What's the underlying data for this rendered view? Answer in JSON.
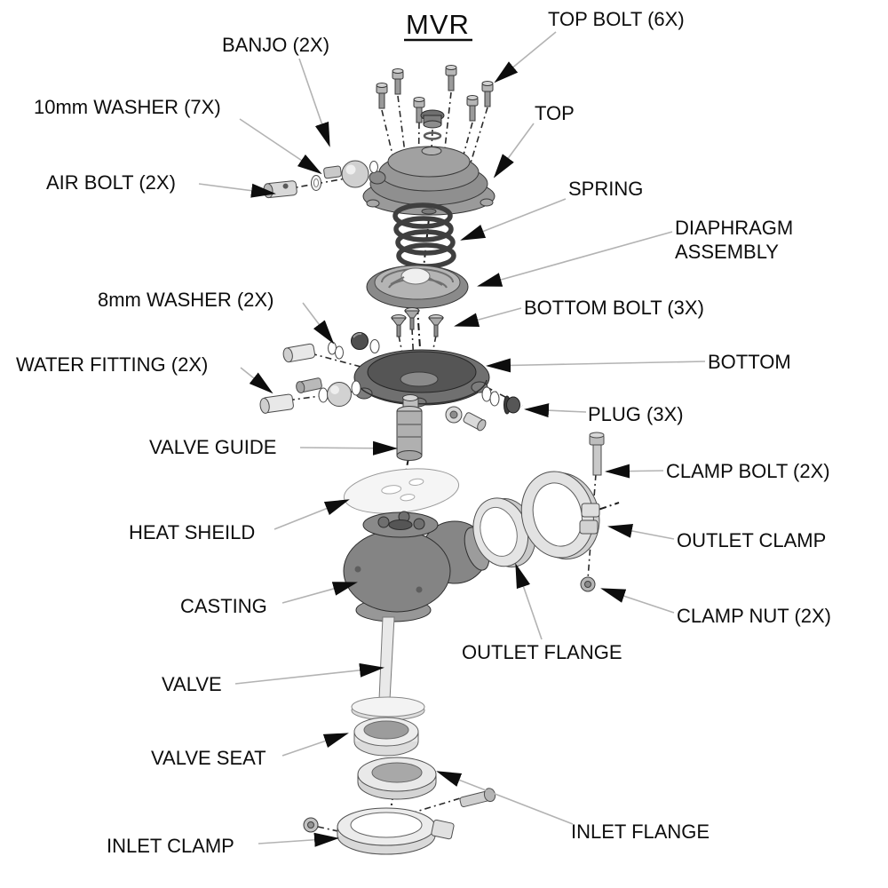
{
  "diagram": {
    "type": "exploded-parts-diagram",
    "title": {
      "text": "MVR"
    }
  },
  "labels": {
    "top_bolt": {
      "text": "TOP BOLT (6X)"
    },
    "banjo": {
      "text": "BANJO (2X)"
    },
    "washer_10mm": {
      "text": "10mm WASHER (7X)"
    },
    "air_bolt": {
      "text": "AIR BOLT (2X)"
    },
    "top": {
      "text": "TOP"
    },
    "spring": {
      "text": "SPRING"
    },
    "diaphragm": {
      "lines": [
        "DIAPHRAGM",
        "ASSEMBLY"
      ]
    },
    "washer_8mm": {
      "text": "8mm WASHER (2X)"
    },
    "bottom_bolt": {
      "text": "BOTTOM BOLT (3X)"
    },
    "water_fitting": {
      "text": "WATER FITTING (2X)"
    },
    "bottom": {
      "text": "BOTTOM"
    },
    "plug": {
      "text": "PLUG (3X)"
    },
    "valve_guide": {
      "text": "VALVE GUIDE"
    },
    "clamp_bolt": {
      "text": "CLAMP BOLT (2X)"
    },
    "heat_shield": {
      "text": "HEAT SHEILD"
    },
    "outlet_clamp": {
      "text": "OUTLET CLAMP"
    },
    "casting": {
      "text": "CASTING"
    },
    "clamp_nut": {
      "text": "CLAMP NUT (2X)"
    },
    "outlet_flange": {
      "text": "OUTLET FLANGE"
    },
    "valve": {
      "text": "VALVE"
    },
    "valve_seat": {
      "text": "VALVE SEAT"
    },
    "inlet_flange": {
      "text": "INLET FLANGE"
    },
    "inlet_clamp": {
      "text": "INLET CLAMP"
    }
  },
  "colors": {
    "background": "#ffffff",
    "label_ink": "#0d0d0d",
    "leader_line": "#b3b3b3",
    "arrowhead": "#0d0d0d",
    "centerline": "#1c1c1c",
    "part_dark_gray": "#6e6e6e",
    "part_mid_gray": "#8f8f8f",
    "part_light_gray": "#e6e6e6"
  }
}
